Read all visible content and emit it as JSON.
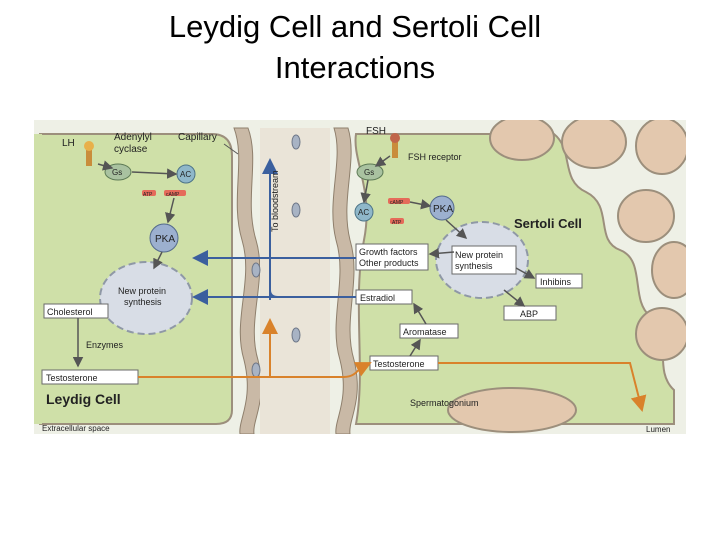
{
  "slide": {
    "title_line1": "Leydig Cell and Sertoli Cell",
    "title_line2": "Interactions"
  },
  "diagram": {
    "labels": {
      "lh": "LH",
      "adenylyl_cyclase_1": "Adenylyl",
      "adenylyl_cyclase_2": "cyclase",
      "capillary": "Capillary",
      "gs_left": "Gs",
      "ac_left": "AC",
      "atp_left": "ATP",
      "camp_left": "cAMP",
      "pka_left": "PKA",
      "new_protein_left_1": "New protein",
      "new_protein_left_2": "synthesis",
      "cholesterol": "Cholesterol",
      "enzymes": "Enzymes",
      "testosterone_left": "Testosterone",
      "leydig_cell": "Leydig Cell",
      "extracellular_space": "Extracellular space",
      "to_bloodstream": "To bloodstream",
      "fsh": "FSH",
      "fsh_receptor": "FSH receptor",
      "gs_right": "Gs",
      "ac_right": "AC",
      "camp_right": "cAMP",
      "atp_right": "ATP",
      "pka_right": "PKA",
      "sertoli_cell": "Sertoli Cell",
      "growth_factors_1": "Growth factors",
      "growth_factors_2": "Other products",
      "new_protein_right_1": "New protein",
      "new_protein_right_2": "synthesis",
      "inhibins": "Inhibins",
      "estradiol": "Estradiol",
      "abp": "ABP",
      "aromatase": "Aromatase",
      "testosterone_right": "Testosterone",
      "spermatogonium": "Spermatogonium",
      "lumen": "Lumen"
    },
    "colors": {
      "cytoplasm": "#cfe0a8",
      "capillary_wall": "#c9b9a6",
      "background": "#eef0e6",
      "blue_arrow": "#3b5f9e",
      "orange_arrow": "#d9822b",
      "nucleus": "#d8dde6",
      "germ_cell": "#e3c8ae"
    }
  }
}
